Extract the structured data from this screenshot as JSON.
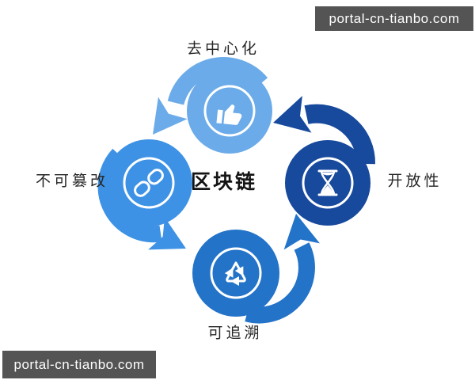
{
  "watermark": {
    "text": "portal-cn-tianbo.com",
    "bg_color": "#545454",
    "text_color": "#ffffff"
  },
  "center": {
    "title": "区块链"
  },
  "nodes": [
    {
      "id": "decentralization",
      "label": "去中心化",
      "color": "#6babe9",
      "icon": "thumbs-up-icon",
      "position": "top"
    },
    {
      "id": "tamper-proof",
      "label": "不可篡改",
      "color": "#3e92e5",
      "icon": "chain-link-icon",
      "position": "left"
    },
    {
      "id": "openness",
      "label": "开放性",
      "color": "#17499c",
      "icon": "hourglass-icon",
      "position": "right"
    },
    {
      "id": "traceability",
      "label": "可追溯",
      "color": "#2373c8",
      "icon": "recycle-icon",
      "position": "bottom"
    }
  ],
  "flow": "counterclockwise-cycle: top -> left -> bottom -> right -> top"
}
